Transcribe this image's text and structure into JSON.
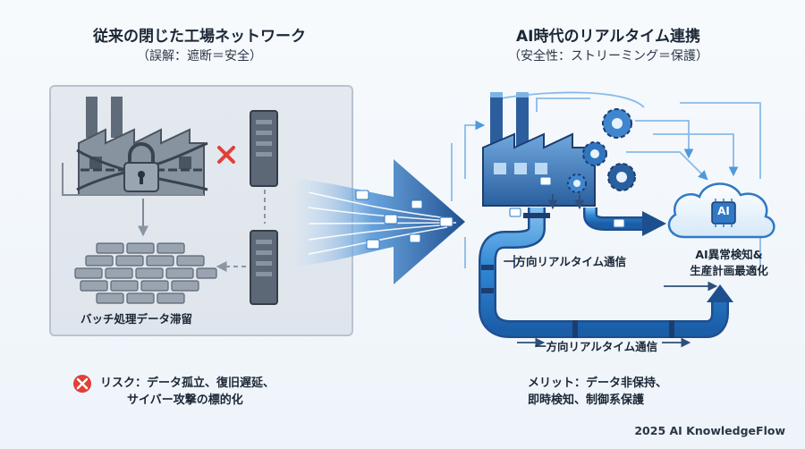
{
  "left": {
    "title": "従来の閉じた工場ネットワーク",
    "subtitle": "（誤解：遮断＝安全）",
    "batch_label": "バッチ処理データ滞留",
    "risk_text_line1": "リスク：データ孤立、復旧遅延、",
    "risk_text_line2": "サイバー攻撃の標的化"
  },
  "right": {
    "title": "AI時代のリアルタイム連携",
    "subtitle": "（安全性：ストリーミング＝保護）",
    "stream_label_1": "一方向リアルタイム通信",
    "stream_label_2": "一方向リアルタイム通信",
    "ai_label_line1": "AI異常検知&",
    "ai_label_line2": "生産計画最適化",
    "ai_chip": "AI",
    "merit_line1": "メリット：データ非保持、",
    "merit_line2": "即時検知、制御系保護"
  },
  "footer": "2025 AI KnowledgeFlow",
  "colors": {
    "accent_blue": "#2f79c6",
    "dark_navy": "#1d3d6e",
    "danger_red": "#e0403a",
    "panel_gray": "#e1e6ec"
  },
  "icons": [
    "factory-icon",
    "padlock-icon",
    "chain-icon",
    "server-icon",
    "blocked-x-icon",
    "gear-icon",
    "cloud-ai-icon",
    "risk-x-icon"
  ]
}
